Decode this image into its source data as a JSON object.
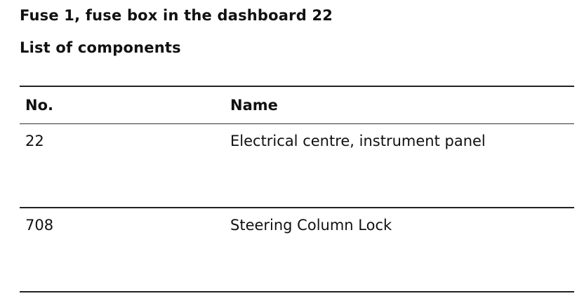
{
  "document": {
    "title": "Fuse 1, fuse box in the dashboard 22",
    "subtitle": "List of components"
  },
  "table": {
    "headers": {
      "no": "No.",
      "name": "Name"
    },
    "rows": [
      {
        "no": "22",
        "name": "Electrical centre, instrument panel"
      },
      {
        "no": "708",
        "name": "Steering Column Lock"
      }
    ]
  }
}
